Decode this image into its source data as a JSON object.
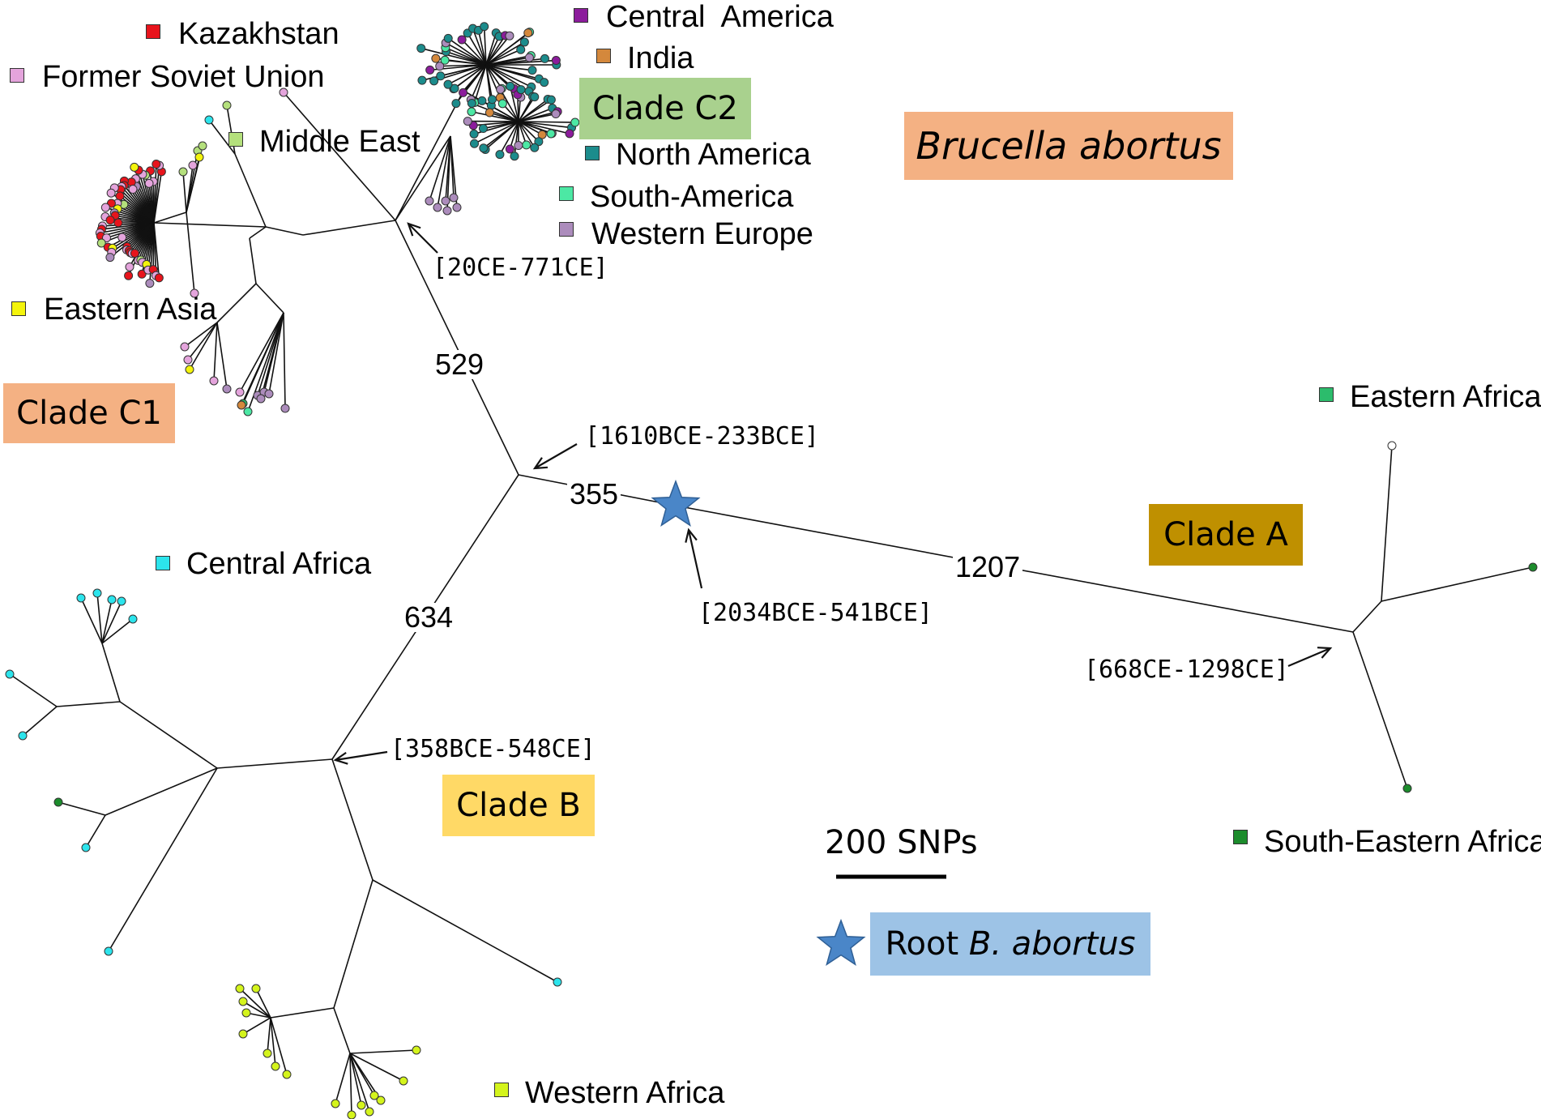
{
  "title": "Brucella abortus",
  "clades": {
    "c1": "Clade C1",
    "c2": "Clade C2",
    "a": "Clade A",
    "b": "Clade B"
  },
  "legend": [
    {
      "label": "Kazakhstan",
      "color": "#e8141c"
    },
    {
      "label": "Former Soviet Union",
      "color": "#e4a4dc"
    },
    {
      "label": "Middle East",
      "color": "#b4e07c"
    },
    {
      "label": "Eastern Asia",
      "color": "#f4f40c"
    },
    {
      "label": "Central  America",
      "color": "#8c1c9c"
    },
    {
      "label": "India",
      "color": "#d4883c"
    },
    {
      "label": "North America",
      "color": "#1c8c8c"
    },
    {
      "label": "South-America",
      "color": "#4ce8a4"
    },
    {
      "label": "Western Europe",
      "color": "#ac8cbc"
    },
    {
      "label": "Eastern Africa",
      "color": "#2cbc6c"
    },
    {
      "label": "Central Africa",
      "color": "#2ce4ec"
    },
    {
      "label": "South-Eastern Africa",
      "color": "#1c8c2c"
    },
    {
      "label": "Western Africa",
      "color": "#d4f41c"
    }
  ],
  "branch_lengths": {
    "c": "529",
    "root_to_split": "355",
    "b": "634",
    "a": "1207"
  },
  "dates": {
    "c2": "[20CE-771CE]",
    "c": "[1610BCE-233BCE]",
    "root": "[2034BCE-541BCE]",
    "a": "[668CE-1298CE]",
    "b": "[358BCE-548CE]"
  },
  "scale_label": "200 SNPs",
  "root_legend": {
    "prefix": "Root ",
    "italic": "B. abortus"
  },
  "colors": {
    "clade_c1_box": "#f4b183",
    "clade_c2_box": "#a9d18e",
    "clade_a_box": "#bf9000",
    "clade_b_box": "#ffd966",
    "title_box": "#f4b183",
    "root_box": "#9dc3e6",
    "star": "#4a86c8"
  }
}
